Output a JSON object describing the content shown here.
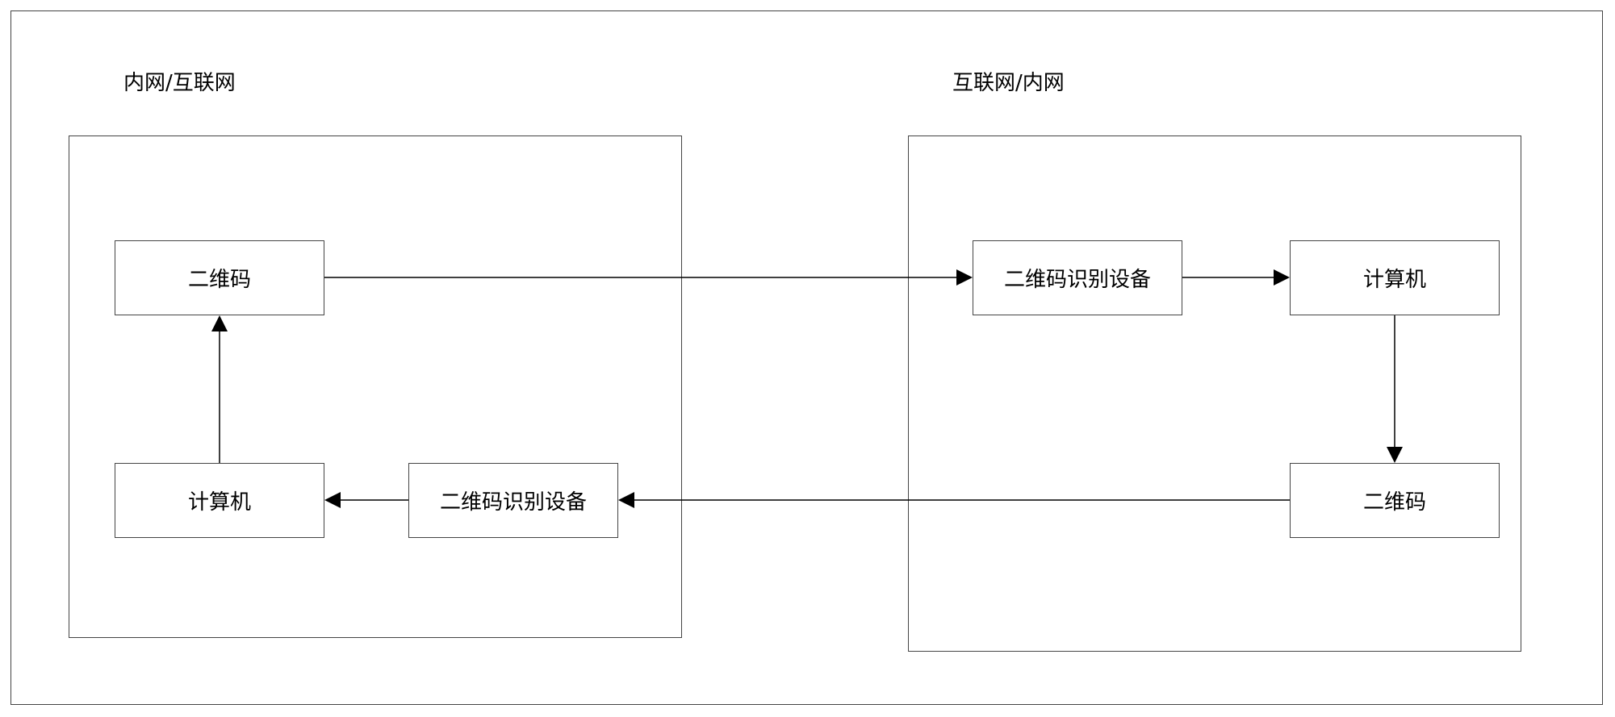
{
  "left_network": {
    "label": "内网/互联网",
    "nodes": {
      "qr_code": "二维码",
      "computer": "计算机",
      "qr_reader": "二维码识别设备"
    }
  },
  "right_network": {
    "label": "互联网/内网",
    "nodes": {
      "qr_reader": "二维码识别设备",
      "computer": "计算机",
      "qr_code": "二维码"
    }
  },
  "colors": {
    "line": "#000000",
    "border": "#444444",
    "background": "#ffffff"
  }
}
